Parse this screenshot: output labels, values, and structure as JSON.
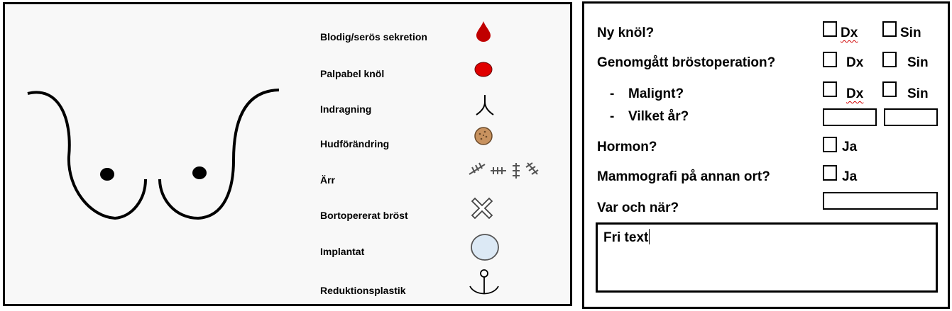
{
  "legend": {
    "items": [
      {
        "label": "Blodig/serös sekretion",
        "icon": "blood-drop-icon"
      },
      {
        "label": "Palpabel knöl",
        "icon": "red-dot-icon"
      },
      {
        "label": "Indragning",
        "icon": "retraction-icon"
      },
      {
        "label": "Hudförändring",
        "icon": "skin-change-icon"
      },
      {
        "label": "Ärr",
        "icon": "scar-icon"
      },
      {
        "label": "Bortopererat bröst",
        "icon": "x-cross-icon"
      },
      {
        "label": "Implantat",
        "icon": "implant-circle-icon"
      },
      {
        "label": "Reduktionsplastik",
        "icon": "anchor-icon"
      }
    ]
  },
  "colors": {
    "drop": "#c00000",
    "dot": "#e00000",
    "skin": "#c8925f",
    "implant": "#dce9f5",
    "spellcheck": "#d00000"
  },
  "form": {
    "q_new_lump": "Ny knöl?",
    "q_breast_surgery": "Genomgått bröstoperation?",
    "q_malignant": "Malignt?",
    "q_which_year": "Vilket år?",
    "q_hormone": "Hormon?",
    "q_mammography_elsewhere": "Mammografi på annan ort?",
    "q_where_when": "Var och när?",
    "sub_dash": "-",
    "dx": "Dx",
    "sin": "Sin",
    "ja": "Ja",
    "free_text": "Fri text"
  }
}
